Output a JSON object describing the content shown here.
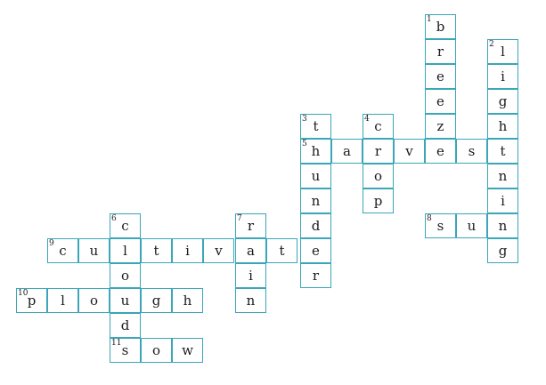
{
  "colors": {
    "border": "#3aa6b9",
    "text": "#1b1b1b"
  },
  "cells": [
    {
      "row": 0,
      "col": 13,
      "letter": "b",
      "num": "1"
    },
    {
      "row": 1,
      "col": 13,
      "letter": "r"
    },
    {
      "row": 2,
      "col": 13,
      "letter": "e"
    },
    {
      "row": 3,
      "col": 13,
      "letter": "e"
    },
    {
      "row": 4,
      "col": 13,
      "letter": "z"
    },
    {
      "row": 5,
      "col": 13,
      "letter": "e"
    },
    {
      "row": 1,
      "col": 15,
      "letter": "l",
      "num": "2"
    },
    {
      "row": 2,
      "col": 15,
      "letter": "i"
    },
    {
      "row": 3,
      "col": 15,
      "letter": "g"
    },
    {
      "row": 4,
      "col": 15,
      "letter": "h"
    },
    {
      "row": 5,
      "col": 15,
      "letter": "t"
    },
    {
      "row": 6,
      "col": 15,
      "letter": "n"
    },
    {
      "row": 7,
      "col": 15,
      "letter": "i"
    },
    {
      "row": 8,
      "col": 15,
      "letter": "n"
    },
    {
      "row": 9,
      "col": 15,
      "letter": "g"
    },
    {
      "row": 4,
      "col": 9,
      "letter": "t",
      "num": "3"
    },
    {
      "row": 5,
      "col": 9,
      "letter": "h",
      "num": "5"
    },
    {
      "row": 6,
      "col": 9,
      "letter": "u"
    },
    {
      "row": 7,
      "col": 9,
      "letter": "n"
    },
    {
      "row": 8,
      "col": 9,
      "letter": "d"
    },
    {
      "row": 9,
      "col": 9,
      "letter": "e"
    },
    {
      "row": 10,
      "col": 9,
      "letter": "r"
    },
    {
      "row": 4,
      "col": 11,
      "letter": "c",
      "num": "4"
    },
    {
      "row": 5,
      "col": 11,
      "letter": "r"
    },
    {
      "row": 6,
      "col": 11,
      "letter": "o"
    },
    {
      "row": 7,
      "col": 11,
      "letter": "p"
    },
    {
      "row": 5,
      "col": 10,
      "letter": "a"
    },
    {
      "row": 5,
      "col": 12,
      "letter": "v"
    },
    {
      "row": 5,
      "col": 14,
      "letter": "s"
    },
    {
      "row": 8,
      "col": 13,
      "letter": "s",
      "num": "8"
    },
    {
      "row": 8,
      "col": 14,
      "letter": "u"
    },
    {
      "row": 8,
      "col": 3,
      "letter": "c",
      "num": "6"
    },
    {
      "row": 9,
      "col": 3,
      "letter": "l"
    },
    {
      "row": 10,
      "col": 3,
      "letter": "o"
    },
    {
      "row": 11,
      "col": 3,
      "letter": "u"
    },
    {
      "row": 12,
      "col": 3,
      "letter": "d"
    },
    {
      "row": 8,
      "col": 7,
      "letter": "r",
      "num": "7"
    },
    {
      "row": 9,
      "col": 7,
      "letter": "a"
    },
    {
      "row": 10,
      "col": 7,
      "letter": "i"
    },
    {
      "row": 11,
      "col": 7,
      "letter": "n"
    },
    {
      "row": 9,
      "col": 1,
      "letter": "c",
      "num": "9"
    },
    {
      "row": 9,
      "col": 2,
      "letter": "u"
    },
    {
      "row": 9,
      "col": 4,
      "letter": "t"
    },
    {
      "row": 9,
      "col": 5,
      "letter": "i"
    },
    {
      "row": 9,
      "col": 6,
      "letter": "v"
    },
    {
      "row": 9,
      "col": 8,
      "letter": "t"
    },
    {
      "row": 11,
      "col": 0,
      "letter": "p",
      "num": "10"
    },
    {
      "row": 11,
      "col": 1,
      "letter": "l"
    },
    {
      "row": 11,
      "col": 2,
      "letter": "o"
    },
    {
      "row": 11,
      "col": 4,
      "letter": "g"
    },
    {
      "row": 11,
      "col": 5,
      "letter": "h"
    },
    {
      "row": 13,
      "col": 3,
      "letter": "s",
      "num": "11"
    },
    {
      "row": 13,
      "col": 4,
      "letter": "o"
    },
    {
      "row": 13,
      "col": 5,
      "letter": "w"
    }
  ]
}
